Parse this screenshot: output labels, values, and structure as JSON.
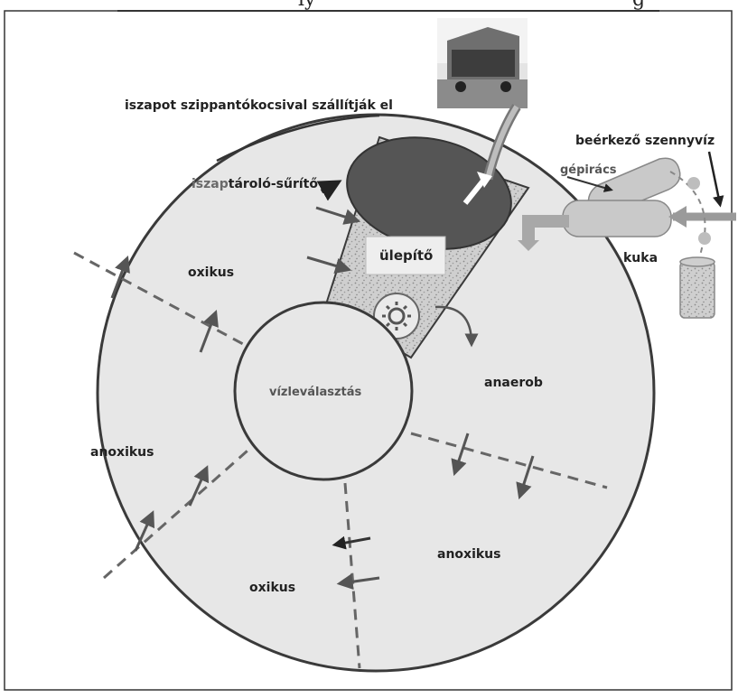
{
  "labels": {
    "sludge_transport": "iszapot szippantókocsival szállítják el",
    "incoming_wastewater": "beérkező szennyvíz",
    "screen": "gépirács",
    "sludge_tank_a": "iszap",
    "sludge_tank_b": "tároló-sűrítő",
    "settler": "ülepítő",
    "bin": "kuka",
    "separation": "vízleválasztás",
    "zones": {
      "oxic_top": "oxikus",
      "anaerobic": "anaerob",
      "anoxic_left": "anoxikus",
      "anoxic_right": "anoxikus",
      "oxic_bottom": "oxikus"
    }
  },
  "header_fragment": "ly",
  "header_fragment_end": "g",
  "colors": {
    "disc_fill": "#e7e7e7",
    "outline": "#3a3a3a",
    "settler_fill": "#c9c9c9",
    "sludge_fill": "#555555",
    "zone_line": "#666666",
    "arrow": "#444444",
    "pipe": "#b9b9b9"
  }
}
